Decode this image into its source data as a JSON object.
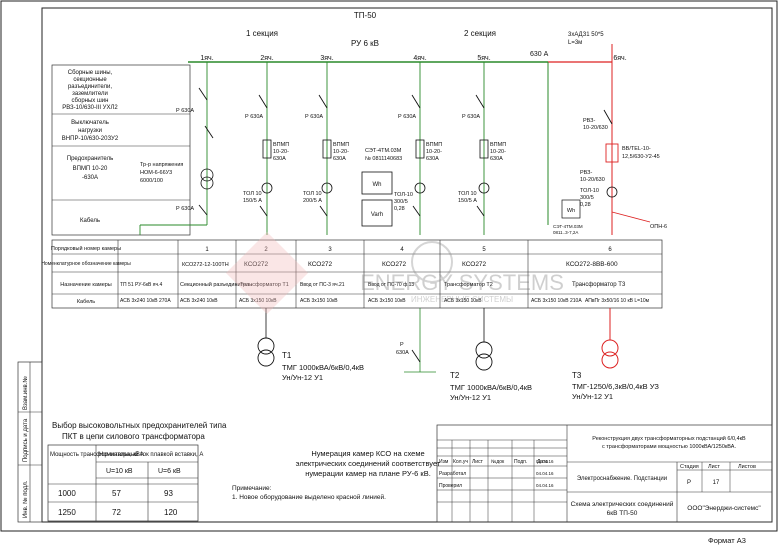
{
  "title": "ТП-50",
  "sections": [
    "1 секция",
    "2 секция"
  ],
  "voltage": "РУ 6 кВ",
  "bus_rating": "630 А",
  "red_cable": {
    "line1": "3хАДЗ1 50*5",
    "line2": "L=3м"
  },
  "cell_labels": [
    "1яч.",
    "2яч.",
    "3яч.",
    "4яч.",
    "5яч.",
    "6яч."
  ],
  "left_labels": {
    "busbars": [
      "Сборные шины,",
      "секционные",
      "разъединители,",
      "заземлители",
      "сборных шин",
      "РВЗ-10/630-III УХЛ2"
    ],
    "load_switch": [
      "Выключатель",
      "нагрузки",
      "ВНПР-10/630-20ЗУ2"
    ],
    "fuse": [
      "Предохранитель",
      "ВПМП 10-20",
      "-630А"
    ],
    "cable": "Кабель"
  },
  "equip": {
    "p630": "Р 630А",
    "fuse_type": [
      "ВПМП",
      "10-20-",
      "630А"
    ],
    "tol1": [
      "ТОЛ 10",
      "150/5 А"
    ],
    "tol2": [
      "ТОЛ 10",
      "200/5 А"
    ],
    "vt": [
      "Тр-р напряжения",
      "НОМ-6-66У3",
      "6000/100"
    ],
    "meter": [
      "СЭТ-4ТМ.03М",
      "№ 0811140683"
    ],
    "meter_wh": "Wh",
    "meter_varh": "Varh",
    "ct_mid": [
      "ТОЛ-10",
      "300/5",
      "0,28"
    ],
    "red_rvz": [
      "РВЗ-",
      "10-20/630"
    ],
    "red_vv": [
      "BB/TEL-10-",
      "12,5/630-У2-45"
    ],
    "red_rvz2": [
      "РВЗ-",
      "10-20/630"
    ],
    "red_tol": [
      "ТОЛ-10",
      "300/5",
      "0,28"
    ],
    "red_opn": "ОПН-6",
    "red_meter": [
      "СЭТ-4ТМ.03М",
      "0811..3-7,2А"
    ],
    "fuse_mid": [
      "Р",
      "630А"
    ]
  },
  "table": {
    "rows": [
      "Порядковый номер камеры",
      "Номенклатурное обозначение камеры",
      "Назначение камеры",
      "Кабель"
    ],
    "numbers": [
      "1",
      "2",
      "3",
      "4",
      "5",
      "6"
    ],
    "nomen": [
      "КСО272-12-100ТН",
      "КСО272",
      "КСО272",
      "КСО272",
      "КСО272",
      "КСО272-8ВВ-600"
    ],
    "purpose": [
      "ТП 51 РУ-6кВ яч.4",
      "Секционный разъединитель",
      "Трансформатор Т1",
      "Ввод от ПС-3 яч.21",
      "Ввод от ПС-70 ф.13",
      "Трансформатор Т2",
      "Трансформатор Т3"
    ],
    "cable": [
      "АСБ 3х240 10кВ 270А",
      "АСБ 3х240 10кВ",
      "АСБ 3х150 10кВ",
      "АСБ 3х150 10кВ",
      "АСБ 3х150 10кВ",
      "АСБ 3х150 10кВ",
      "АСБ 3х150 10кВ 210А",
      "АПвПг 3х50/16 10 кВ L=10м"
    ]
  },
  "transformers": [
    {
      "name": "Т1",
      "spec": [
        "ТМГ 1000кВА/6кВ/0,4кВ",
        "Ун/Ун-12 У1"
      ]
    },
    {
      "name": "Т2",
      "spec": [
        "ТМГ 1000кВА/6кВ/0,4кВ",
        "Ун/Ун-12 У1"
      ]
    },
    {
      "name": "Т3",
      "spec": [
        "ТМГ-1250/6,3кВ/0,4кВ УЗ",
        "Ун/Ун-12 У1"
      ]
    }
  ],
  "watermark": {
    "main": "ENERGY SYSTEMS",
    "sub": "ИНЖЕНЕРНЫЕ СИСТЕМЫ"
  },
  "fuse_table": {
    "title": [
      "Выбор высоковольтных предохранителей типа",
      "ПКТ в цепи силового трансформатора"
    ],
    "headers": [
      "Мощность трансфор-матора, кВА",
      "Номинальный ток плавкой вставки, А",
      "U=10 кВ",
      "U=6 кВ"
    ],
    "rows": [
      [
        "1000",
        "57",
        "93"
      ],
      [
        "1250",
        "72",
        "120"
      ]
    ]
  },
  "notes": {
    "main": [
      "Нумерация камер КСО на схеме",
      "электрических соединений соответствует",
      "нумерации камер на плане РУ-6 кВ."
    ],
    "caption": "Примечание:",
    "item": "1. Новое оборудование выделено красной линией."
  },
  "side_labels": [
    "Взам.инв.№",
    "Подпись и дата",
    "Инв. № подл."
  ],
  "stamp": {
    "project": [
      "Реконструкция двух трансформаторных подстанций 6/0,4кВ",
      "с трансформаторами мощностью 1000кВА/1250кВА."
    ],
    "cols": [
      "Изм",
      "Кол.уч",
      "Лист",
      "№док",
      "Подп.",
      "Дата"
    ],
    "roles": [
      "Разработал",
      "Проверил"
    ],
    "dates": [
      "04.04.16",
      "04.04.16",
      "04.04.16"
    ],
    "section": "Электроснабжение. Подстанции",
    "stage_headers": [
      "Стадия",
      "Лист",
      "Листов"
    ],
    "stage_values": [
      "Р",
      "17",
      ""
    ],
    "drawing": [
      "Схема электрических соединений",
      "6кВ ТП-50"
    ],
    "company": "ООО\"Энерджи-системс\""
  },
  "format": "Формат А3"
}
